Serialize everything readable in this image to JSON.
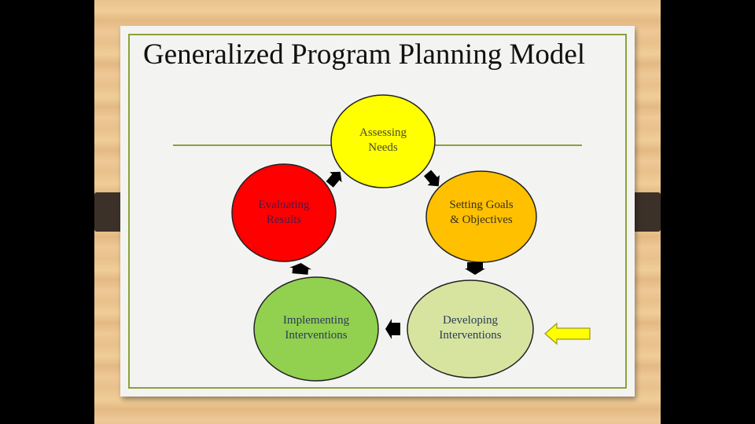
{
  "title": "Generalized Program Planning Model",
  "steps": [
    {
      "line1": "Assessing",
      "line2": "Needs",
      "color": "#ffff00"
    },
    {
      "line1": "Setting Goals",
      "line2": "& Objectives",
      "color": "#ffc000"
    },
    {
      "line1": "Developing",
      "line2": "Interventions",
      "color": "#d7e4a0"
    },
    {
      "line1": "Implementing",
      "line2": "Interventions",
      "color": "#92d050"
    },
    {
      "line1": "Evaluating",
      "line2": "Results",
      "color": "#ff0000"
    }
  ],
  "highlight_arrow_color": "#ffff00"
}
